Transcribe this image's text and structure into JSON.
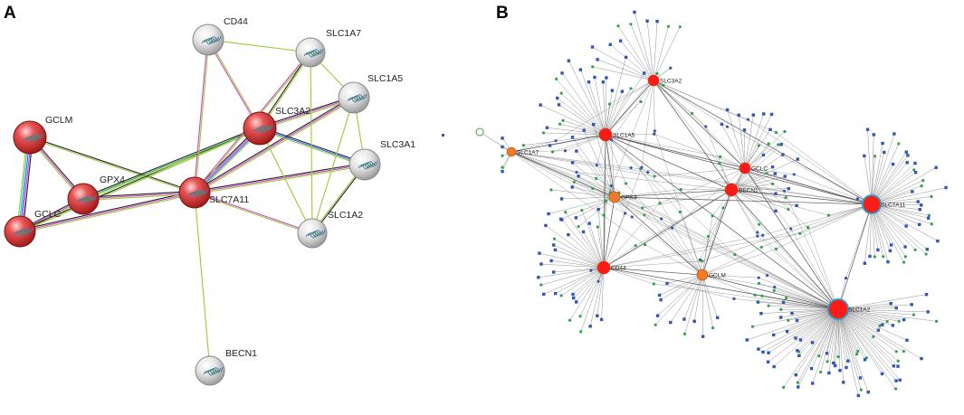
{
  "figure": {
    "panel_a_letter": "A",
    "panel_b_letter": "B"
  },
  "colors": {
    "red_node": "#d62f2f",
    "grey_node": "#d9d9d9",
    "hub_red": "#ff1a1a",
    "hub_orange": "#f07a2a",
    "hub_ring": "#3399dd",
    "leaf_blue": "#2e57b8",
    "leaf_green": "#2fa34a",
    "edge_grey": "#666666"
  },
  "panel_a": {
    "nodes": [
      {
        "id": "GCLM",
        "label": "GCLM",
        "group": "red"
      },
      {
        "id": "GPX4",
        "label": "GPX4",
        "group": "red"
      },
      {
        "id": "GCLC",
        "label": "GCLC",
        "group": "red"
      },
      {
        "id": "SLC7A11",
        "label": "SLC7A11",
        "group": "red"
      },
      {
        "id": "SLC3A2",
        "label": "SLC3A2",
        "group": "red"
      },
      {
        "id": "CD44",
        "label": "CD44",
        "group": "grey"
      },
      {
        "id": "SLC1A7",
        "label": "SLC1A7",
        "group": "grey"
      },
      {
        "id": "SLC1A5",
        "label": "SLC1A5",
        "group": "grey"
      },
      {
        "id": "SLC3A1",
        "label": "SLC3A1",
        "group": "grey"
      },
      {
        "id": "SLC1A2",
        "label": "SLC1A2",
        "group": "grey"
      },
      {
        "id": "BECN1",
        "label": "BECN1",
        "group": "grey"
      }
    ],
    "edges": [
      {
        "s": "GCLM",
        "t": "GPX4",
        "c": [
          "#222222",
          "#cc44cc",
          "#99cc33"
        ]
      },
      {
        "s": "GCLM",
        "t": "GCLC",
        "c": [
          "#222222",
          "#cc44cc",
          "#3366ff",
          "#33cccc",
          "#99cc33"
        ]
      },
      {
        "s": "GCLM",
        "t": "SLC7A11",
        "c": [
          "#222222",
          "#99cc33"
        ]
      },
      {
        "s": "GCLC",
        "t": "GPX4",
        "c": [
          "#222222",
          "#cc44cc",
          "#99cc33"
        ]
      },
      {
        "s": "GCLC",
        "t": "SLC7A11",
        "c": [
          "#222222",
          "#cc44cc",
          "#99cc33"
        ]
      },
      {
        "s": "GCLC",
        "t": "SLC3A2",
        "c": [
          "#222222",
          "#99cc33"
        ]
      },
      {
        "s": "GPX4",
        "t": "SLC7A11",
        "c": [
          "#222222",
          "#cc44cc",
          "#99cc33"
        ]
      },
      {
        "s": "GPX4",
        "t": "SLC3A2",
        "c": [
          "#222222",
          "#33aa55",
          "#99cc33"
        ]
      },
      {
        "s": "SLC7A11",
        "t": "SLC3A2",
        "c": [
          "#222222",
          "#cc44cc",
          "#3366ff",
          "#99cc33"
        ]
      },
      {
        "s": "SLC7A11",
        "t": "CD44",
        "c": [
          "#cc44cc",
          "#99cc33"
        ]
      },
      {
        "s": "SLC7A11",
        "t": "SLC1A7",
        "c": [
          "#cc44cc",
          "#99cc33"
        ]
      },
      {
        "s": "SLC7A11",
        "t": "SLC1A5",
        "c": [
          "#222222",
          "#cc44cc",
          "#99cc33"
        ]
      },
      {
        "s": "SLC7A11",
        "t": "SLC3A1",
        "c": [
          "#222222",
          "#cc44cc",
          "#99cc33"
        ]
      },
      {
        "s": "SLC7A11",
        "t": "SLC1A2",
        "c": [
          "#cc44cc",
          "#99cc33"
        ]
      },
      {
        "s": "SLC7A11",
        "t": "BECN1",
        "c": [
          "#99cc33"
        ]
      },
      {
        "s": "SLC3A2",
        "t": "CD44",
        "c": [
          "#cc44cc",
          "#99cc33"
        ]
      },
      {
        "s": "SLC3A2",
        "t": "SLC1A7",
        "c": [
          "#222222",
          "#99cc33"
        ]
      },
      {
        "s": "SLC3A2",
        "t": "SLC1A5",
        "c": [
          "#222222",
          "#cc44cc",
          "#99cc33"
        ]
      },
      {
        "s": "SLC3A2",
        "t": "SLC3A1",
        "c": [
          "#222222",
          "#3366ff",
          "#99cc33"
        ]
      },
      {
        "s": "SLC3A2",
        "t": "SLC1A2",
        "c": [
          "#99cc33"
        ]
      },
      {
        "s": "CD44",
        "t": "SLC1A7",
        "c": [
          "#99cc33"
        ]
      },
      {
        "s": "SLC1A7",
        "t": "SLC1A5",
        "c": [
          "#99cc33"
        ]
      },
      {
        "s": "SLC1A5",
        "t": "SLC3A1",
        "c": [
          "#99cc33"
        ]
      },
      {
        "s": "SLC3A1",
        "t": "SLC1A2",
        "c": [
          "#222222",
          "#99cc33"
        ]
      },
      {
        "s": "SLC1A5",
        "t": "SLC1A2",
        "c": [
          "#99cc33"
        ]
      },
      {
        "s": "SLC1A7",
        "t": "SLC1A2",
        "c": [
          "#99cc33"
        ]
      }
    ]
  },
  "panel_b": {
    "hubs": [
      {
        "id": "SLC3A2",
        "label": "SLC3A2",
        "kind": "red"
      },
      {
        "id": "SLC1A5",
        "label": "SLC1A5",
        "kind": "red"
      },
      {
        "id": "SLC1A7",
        "label": "SLC1A7",
        "kind": "orange"
      },
      {
        "id": "GPX4",
        "label": "GPX4",
        "kind": "orange"
      },
      {
        "id": "GCLC",
        "label": "GCLC",
        "kind": "red"
      },
      {
        "id": "BECN1",
        "label": "BECN1",
        "kind": "red"
      },
      {
        "id": "SLC7A11",
        "label": "SLC7A11",
        "kind": "redring"
      },
      {
        "id": "CD44",
        "label": "CD44",
        "kind": "red"
      },
      {
        "id": "GCLM",
        "label": "GCLM",
        "kind": "orange"
      },
      {
        "id": "SLC1A2",
        "label": "SLC1A2",
        "kind": "redring"
      }
    ],
    "hub_links": [
      [
        "SLC1A5",
        "SLC3A2"
      ],
      [
        "SLC1A5",
        "SLC1A7"
      ],
      [
        "SLC1A5",
        "GPX4"
      ],
      [
        "SLC1A5",
        "BECN1"
      ],
      [
        "SLC1A5",
        "GCLC"
      ],
      [
        "SLC1A5",
        "SLC7A11"
      ],
      [
        "SLC1A5",
        "SLC1A2"
      ],
      [
        "SLC1A5",
        "CD44"
      ],
      [
        "SLC3A2",
        "BECN1"
      ],
      [
        "SLC3A2",
        "SLC7A11"
      ],
      [
        "SLC3A2",
        "GCLC"
      ],
      [
        "GPX4",
        "BECN1"
      ],
      [
        "GPX4",
        "SLC7A11"
      ],
      [
        "GPX4",
        "GCLM"
      ],
      [
        "GPX4",
        "CD44"
      ],
      [
        "BECN1",
        "SLC1A2"
      ],
      [
        "BECN1",
        "SLC7A11"
      ],
      [
        "GCLC",
        "SLC7A11"
      ],
      [
        "GCLC",
        "SLC1A2"
      ],
      [
        "CD44",
        "SLC1A2"
      ],
      [
        "CD44",
        "GCLM"
      ],
      [
        "GCLM",
        "SLC1A2"
      ],
      [
        "SLC7A11",
        "SLC1A2"
      ],
      [
        "CD44",
        "BECN1"
      ],
      [
        "SLC1A7",
        "GPX4"
      ],
      [
        "GCLM",
        "BECN1"
      ]
    ]
  }
}
